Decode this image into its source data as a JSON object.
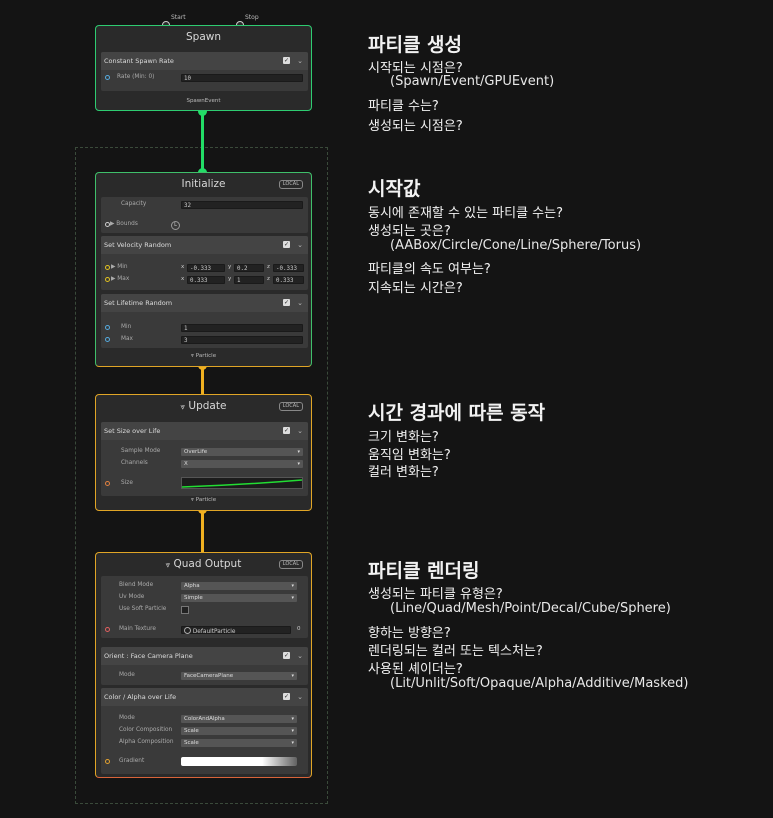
{
  "spawn": {
    "title": "Spawn",
    "port_start": "Start",
    "port_stop": "Stop",
    "block_title": "Constant Spawn Rate",
    "rate_label": "Rate (Min: 0)",
    "rate_value": "10",
    "out_label": "SpawnEvent"
  },
  "initialize": {
    "title": "Initialize",
    "badge": "LOCAL",
    "capacity_label": "Capacity",
    "capacity_value": "32",
    "bounds_label": "▶ Bounds",
    "velocity_title": "Set Velocity Random",
    "min_label": "▶ Min",
    "max_label": "▶ Max",
    "min_x": "-0.333",
    "min_y": "0.2",
    "min_z": "-0.333",
    "max_x": "0.333",
    "max_y": "1",
    "max_z": "0.333",
    "lifetime_title": "Set Lifetime Random",
    "life_min_label": "Min",
    "life_min_value": "1",
    "life_max_label": "Max",
    "life_max_value": "3",
    "out_label": "Particle"
  },
  "update": {
    "title": "Update",
    "badge": "LOCAL",
    "block_title": "Set Size over Life",
    "sample_mode_label": "Sample Mode",
    "sample_mode_value": "OverLife",
    "channels_label": "Channels",
    "channels_value": "X",
    "size_label": "Size",
    "out_label": "Particle"
  },
  "output": {
    "title": "Quad Output",
    "badge": "LOCAL",
    "blend_mode_label": "Blend Mode",
    "blend_mode_value": "Alpha",
    "uv_mode_label": "Uv Mode",
    "uv_mode_value": "Simple",
    "soft_particle_label": "Use Soft Particle",
    "main_texture_label": "Main Texture",
    "main_texture_value": "DefaultParticle",
    "main_texture_index": "0",
    "orient_title": "Orient : Face Camera Plane",
    "orient_mode_label": "Mode",
    "orient_mode_value": "FaceCameraPlane",
    "color_title": "Color / Alpha over Life",
    "color_mode_label": "Mode",
    "color_mode_value": "ColorAndAlpha",
    "color_comp_label": "Color Composition",
    "color_comp_value": "Scale",
    "alpha_comp_label": "Alpha Composition",
    "alpha_comp_value": "Scale",
    "gradient_label": "Gradient"
  },
  "notes": {
    "s1_title": "파티클 생성",
    "s1_l1": "시작되는 시점은?",
    "s1_l2": "(Spawn/Event/GPUEvent)",
    "s1_l3": "파티클 수는?",
    "s1_l4": "생성되는 시점은?",
    "s2_title": "시작값",
    "s2_l1": "동시에 존재할 수 있는 파티클 수는?",
    "s2_l2": "생성되는 곳은?",
    "s2_l3": "(AABox/Circle/Cone/Line/Sphere/Torus)",
    "s2_l4": "파티클의 속도 여부는?",
    "s2_l5": "지속되는 시간은?",
    "s3_title": "시간 경과에 따른 동작",
    "s3_l1": "크기 변화는?",
    "s3_l2": "움직임 변화는?",
    "s3_l3": "컬러 변화는?",
    "s4_title": "파티클 렌더링",
    "s4_l1": "생성되는 파티클 유형은?",
    "s4_l2": "(Line/Quad/Mesh/Point/Decal/Cube/Sphere)",
    "s4_l3": "향하는 방향은?",
    "s4_l4": "렌더링되는 컬러 또는 텍스처는?",
    "s4_l5": "사용된 셰이더는?",
    "s4_l6": "(Lit/Unlit/Soft/Opaque/Alpha/Additive/Masked)"
  },
  "colors": {
    "spawn": "#2ecc71",
    "initialize": "#3fbf6a",
    "update": "#e0a526",
    "output": "#d9643a",
    "connector_green": "#22dd66",
    "connector_orange": "#f0b020"
  }
}
